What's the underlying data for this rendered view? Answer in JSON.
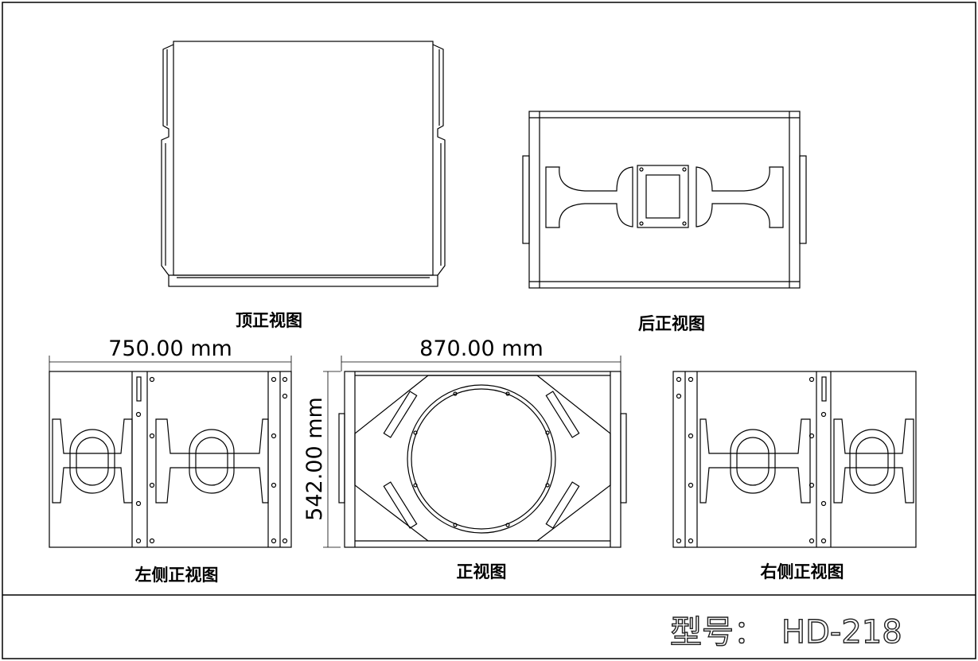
{
  "views": {
    "top": "顶正视图",
    "rear": "后正视图",
    "left_side": "左侧正视图",
    "front": "正视图",
    "right_side": "右侧正视图"
  },
  "dimensions": {
    "side_width": "750.00 mm",
    "front_width": "870.00 mm",
    "front_height": "542.00 mm"
  },
  "title_block": {
    "model_label": "型号：",
    "model_value": "HD-218"
  }
}
